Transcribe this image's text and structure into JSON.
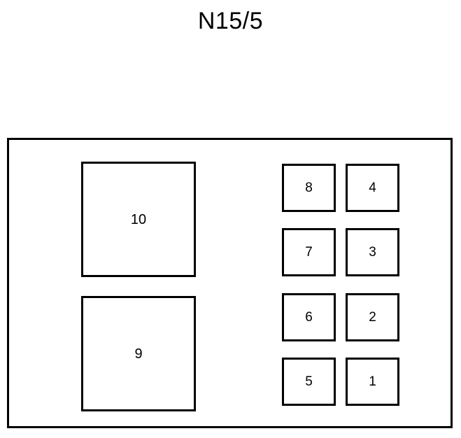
{
  "diagram": {
    "title": "N15/5",
    "frame": {
      "name": "fuse-relay-panel",
      "border_color": "#000000",
      "background_color": "#ffffff"
    },
    "large_slots": [
      {
        "id": "slot-10",
        "label": "10",
        "position": "left-top"
      },
      {
        "id": "slot-9",
        "label": "9",
        "position": "left-bottom"
      }
    ],
    "small_slots": [
      {
        "id": "slot-8",
        "label": "8",
        "row": 1,
        "column": "left"
      },
      {
        "id": "slot-4",
        "label": "4",
        "row": 1,
        "column": "right"
      },
      {
        "id": "slot-7",
        "label": "7",
        "row": 2,
        "column": "left"
      },
      {
        "id": "slot-3",
        "label": "3",
        "row": 2,
        "column": "right"
      },
      {
        "id": "slot-6",
        "label": "6",
        "row": 3,
        "column": "left"
      },
      {
        "id": "slot-2",
        "label": "2",
        "row": 3,
        "column": "right"
      },
      {
        "id": "slot-5",
        "label": "5",
        "row": 4,
        "column": "left"
      },
      {
        "id": "slot-1",
        "label": "1",
        "row": 4,
        "column": "right"
      }
    ]
  }
}
